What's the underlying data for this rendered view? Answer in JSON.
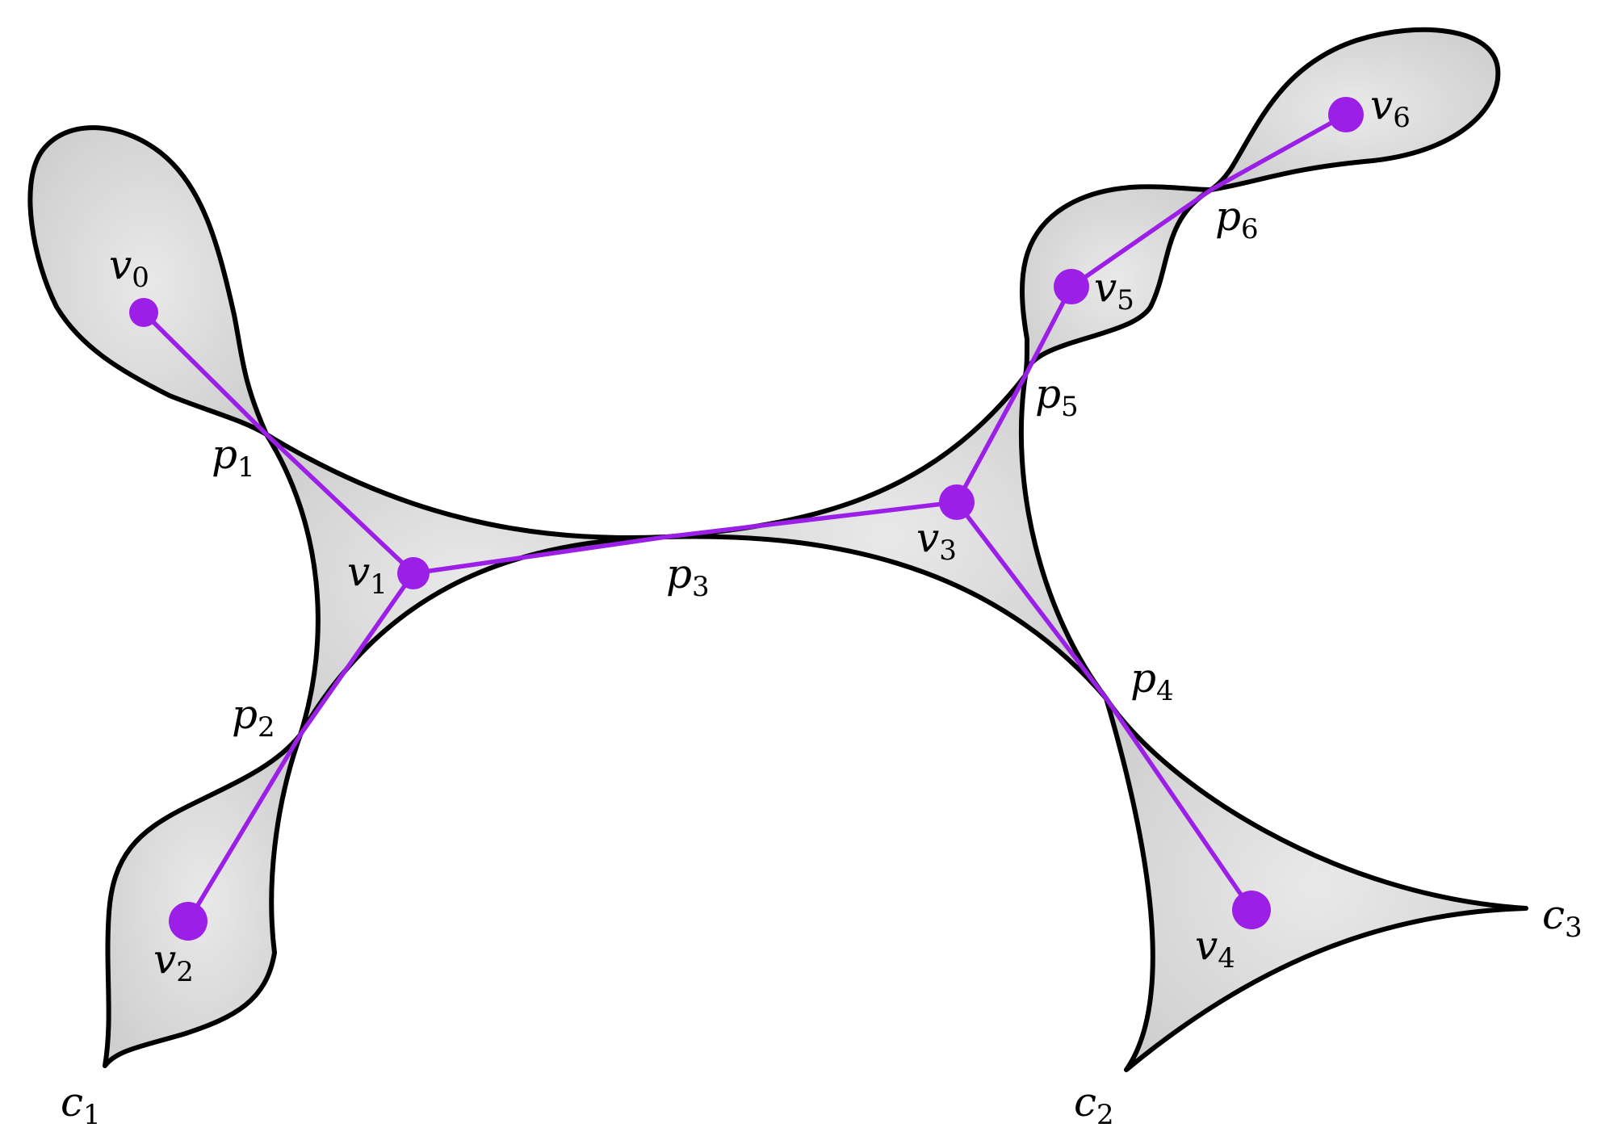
{
  "colors": {
    "edge": "#9b1fe6",
    "node": "#9b1fe6",
    "region_fill": "#d7d7d7",
    "outline": "#000000"
  },
  "labels": {
    "v0": {
      "base": "v",
      "sub": "0"
    },
    "v1": {
      "base": "v",
      "sub": "1"
    },
    "v2": {
      "base": "v",
      "sub": "2"
    },
    "v3": {
      "base": "v",
      "sub": "3"
    },
    "v4": {
      "base": "v",
      "sub": "4"
    },
    "v5": {
      "base": "v",
      "sub": "5"
    },
    "v6": {
      "base": "v",
      "sub": "6"
    },
    "p1": {
      "base": "p",
      "sub": "1"
    },
    "p2": {
      "base": "p",
      "sub": "2"
    },
    "p3": {
      "base": "p",
      "sub": "3"
    },
    "p4": {
      "base": "p",
      "sub": "4"
    },
    "p5": {
      "base": "p",
      "sub": "5"
    },
    "p6": {
      "base": "p",
      "sub": "6"
    },
    "c1": {
      "base": "c",
      "sub": "1"
    },
    "c2": {
      "base": "c",
      "sub": "2"
    },
    "c3": {
      "base": "c",
      "sub": "3"
    }
  },
  "graph": {
    "nodes": [
      "v0",
      "v1",
      "v2",
      "v3",
      "v4",
      "v5",
      "v6"
    ],
    "edges": [
      [
        "v0",
        "p1"
      ],
      [
        "p1",
        "v1"
      ],
      [
        "v1",
        "p2"
      ],
      [
        "p2",
        "v2"
      ],
      [
        "v1",
        "p3"
      ],
      [
        "p3",
        "v3"
      ],
      [
        "v3",
        "p4"
      ],
      [
        "p4",
        "v4"
      ],
      [
        "v3",
        "p5"
      ],
      [
        "p5",
        "v5"
      ],
      [
        "v5",
        "p6"
      ],
      [
        "p6",
        "v6"
      ]
    ]
  }
}
